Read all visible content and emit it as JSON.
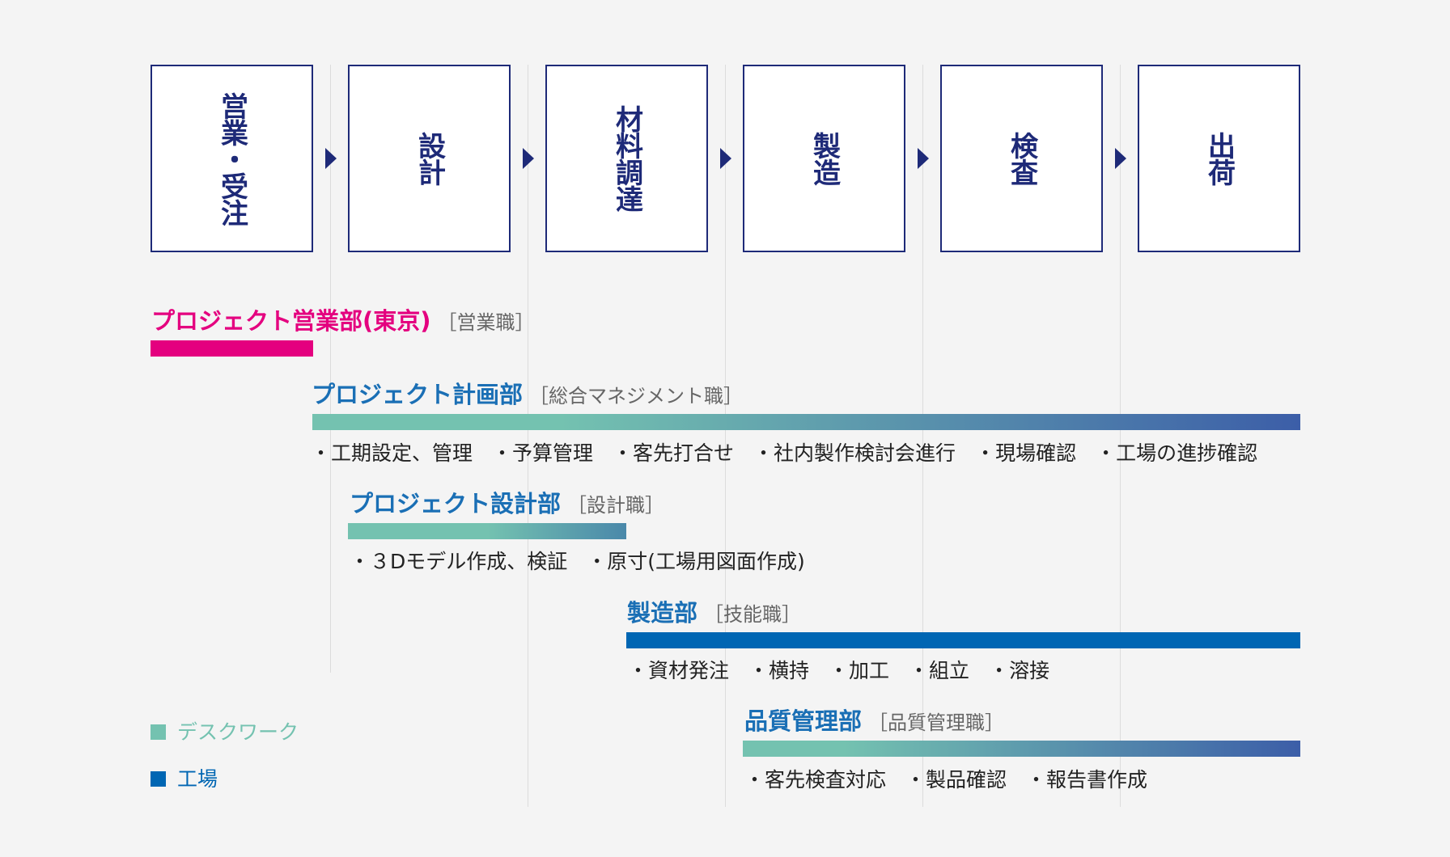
{
  "flow": {
    "steps": [
      {
        "label": "営業・受注"
      },
      {
        "label": "設計"
      },
      {
        "label": "材料調達"
      },
      {
        "label": "製造"
      },
      {
        "label": "検査"
      },
      {
        "label": "出荷"
      }
    ]
  },
  "departments": {
    "sales": {
      "name": "プロジェクト営業部(東京)",
      "role": "［営業職］",
      "color": "#e4007f"
    },
    "planning": {
      "name": "プロジェクト計画部",
      "role": "［総合マネジメント職］",
      "color": "#1a6fb5",
      "tasks": [
        "・工期設定、管理",
        "・予算管理",
        "・客先打合せ",
        "・社内製作検討会進行",
        "・現場確認",
        "・工場の進捗確認"
      ]
    },
    "design": {
      "name": "プロジェクト設計部",
      "role": "［設計職］",
      "color": "#1a6fb5",
      "tasks": [
        "・３Dモデル作成、検証",
        "・原寸(工場用図面作成)"
      ]
    },
    "manufacturing": {
      "name": "製造部",
      "role": "［技能職］",
      "color": "#1a6fb5",
      "tasks": [
        "・資材発注",
        "・横持",
        "・加工",
        "・組立",
        "・溶接"
      ]
    },
    "quality": {
      "name": "品質管理部",
      "role": "［品質管理職］",
      "color": "#1a6fb5",
      "tasks": [
        "・客先検査対応",
        "・製品確認",
        "・報告書作成"
      ]
    }
  },
  "legend": {
    "desk_work": {
      "label": "デスクワーク",
      "color": "#74c2b0"
    },
    "factory": {
      "label": "工場",
      "color": "#0066b3"
    }
  }
}
